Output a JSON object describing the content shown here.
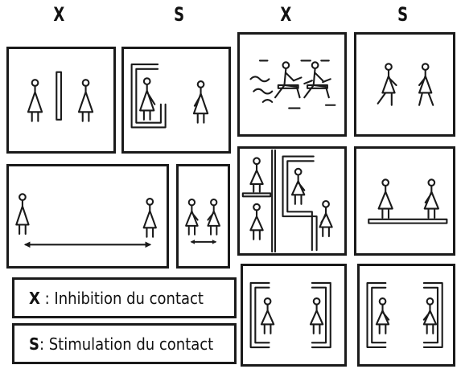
{
  "headers": [
    "X",
    "S",
    "X",
    "S"
  ],
  "legend": [
    {
      "key": "X",
      "sep": " : ",
      "text": "Inhibition du contact"
    },
    {
      "key": "S",
      "sep": ": ",
      "text": "Stimulation du contact"
    }
  ],
  "colors": {
    "ink": "#1a1a1a",
    "paper": "#ffffff"
  },
  "icons": [
    "person-figure-icon",
    "partition-wall-icon",
    "double-arrow-icon",
    "alcove-icon",
    "bench-icon",
    "shelf-icon"
  ]
}
